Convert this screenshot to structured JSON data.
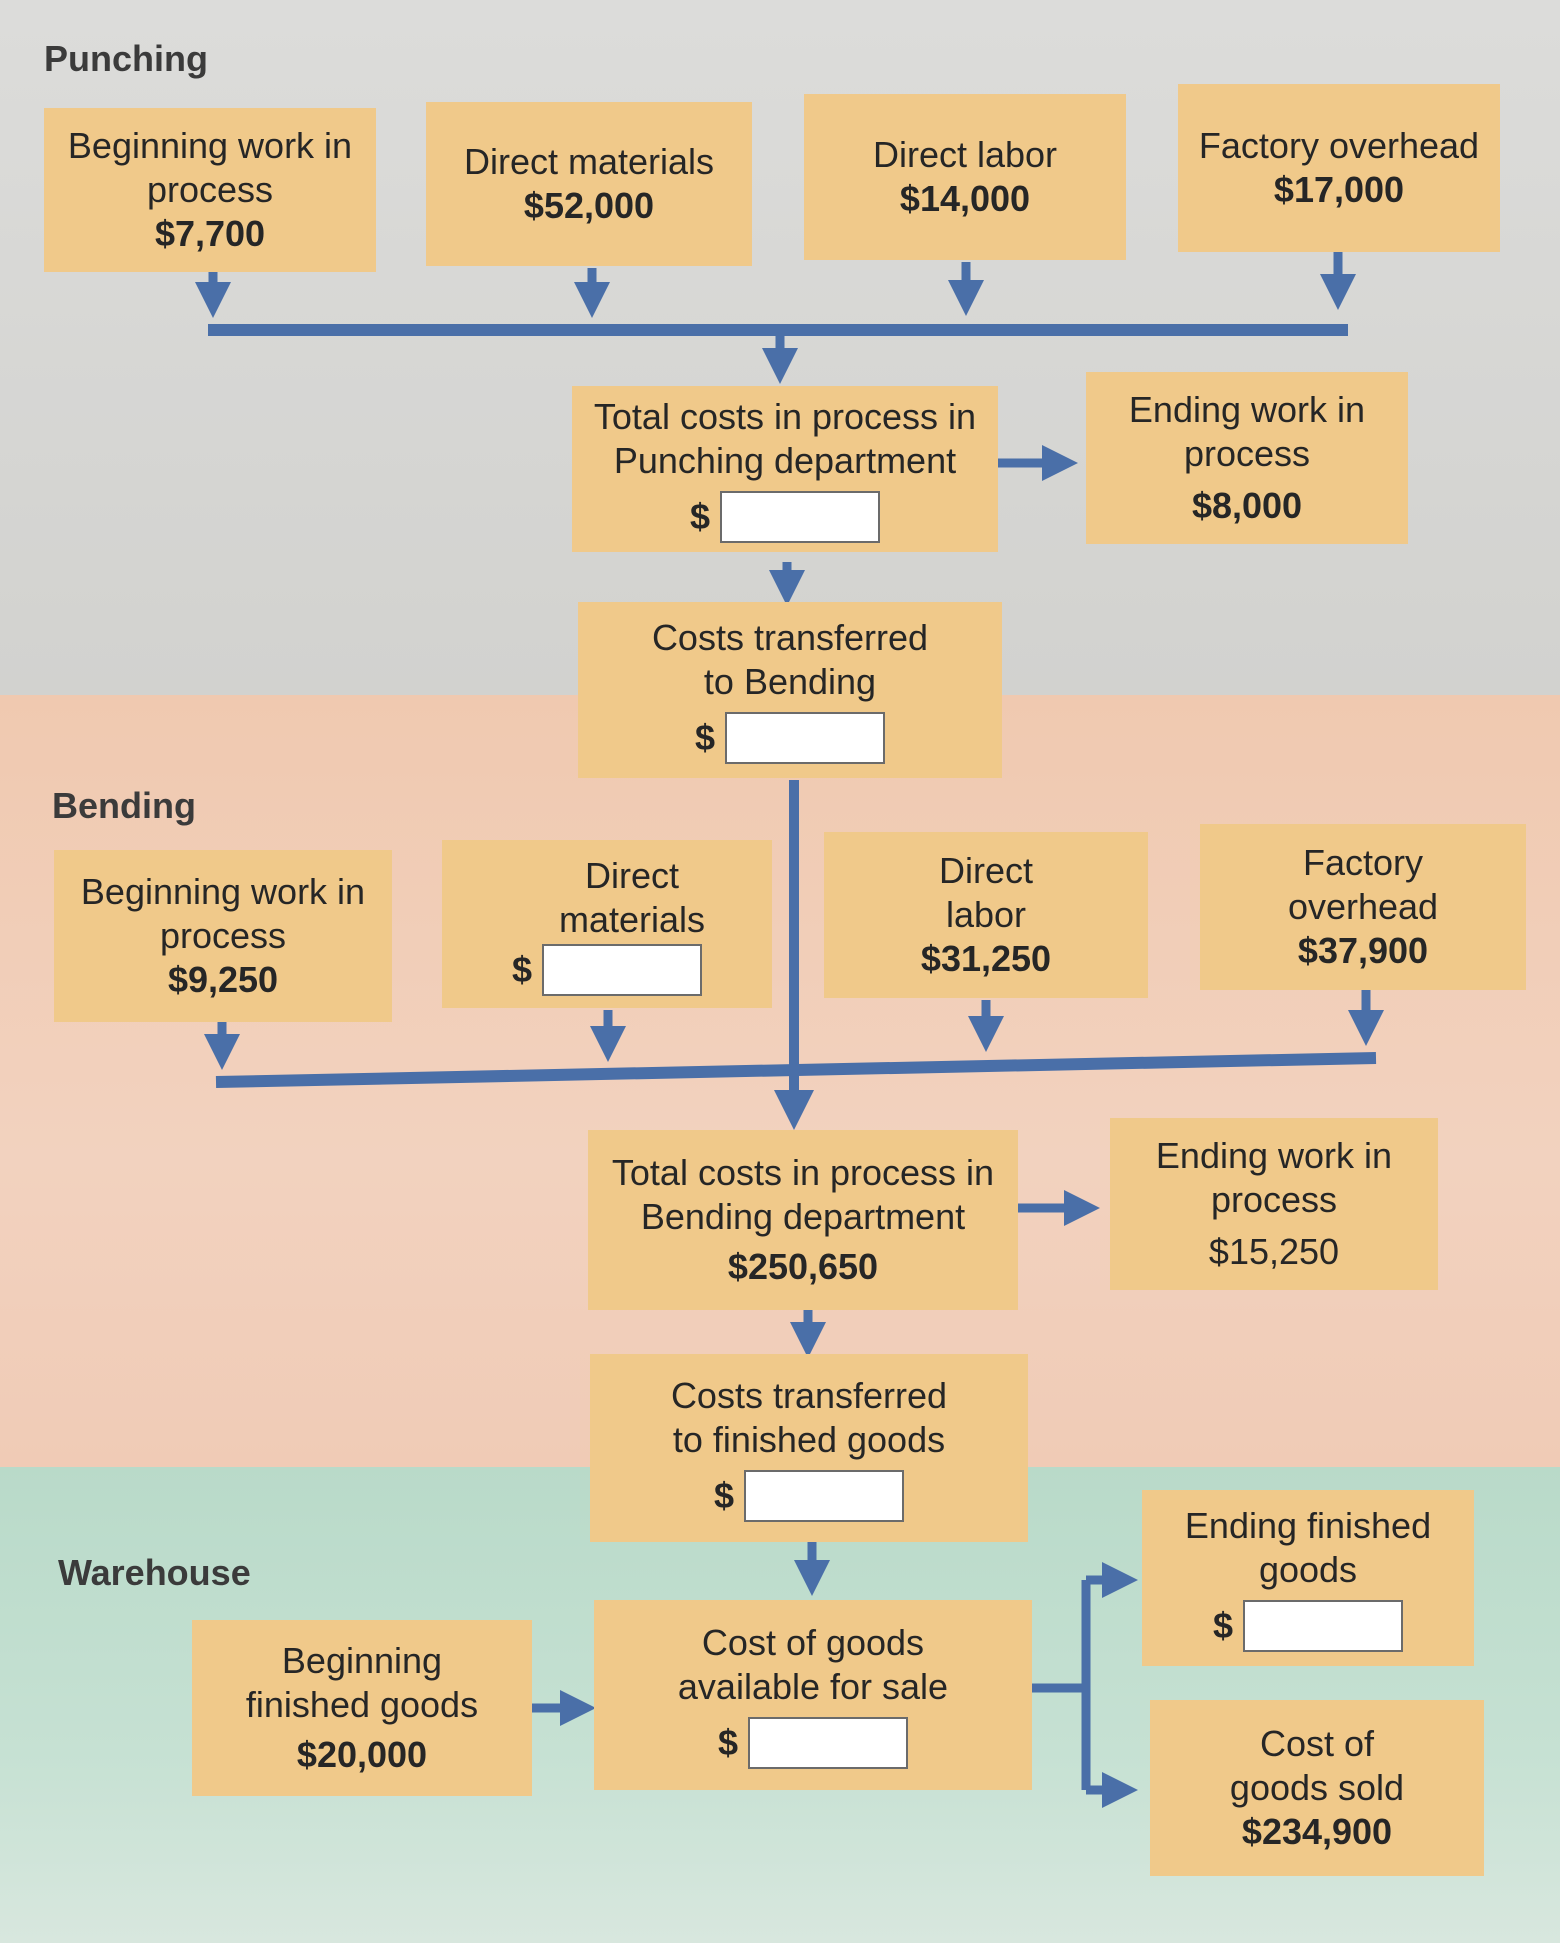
{
  "sections": {
    "punching": "Punching",
    "bending": "Bending",
    "warehouse": "Warehouse"
  },
  "punching": {
    "beginning_wip": {
      "label": "Beginning work in process",
      "value": "$7,700"
    },
    "direct_materials": {
      "label": "Direct materials",
      "value": "$52,000"
    },
    "direct_labor": {
      "label": "Direct labor",
      "value": "$14,000"
    },
    "factory_overhead": {
      "label": "Factory overhead",
      "value": "$17,000"
    },
    "total_costs": {
      "label": "Total costs in process in Punching department",
      "currency": "$"
    },
    "ending_wip": {
      "label": "Ending work in process",
      "value": "$8,000"
    },
    "transferred": {
      "label": "Costs transferred to Bending",
      "currency": "$"
    }
  },
  "bending": {
    "beginning_wip": {
      "label": "Beginning work in process",
      "value": "$9,250"
    },
    "direct_materials": {
      "label": "Direct materials",
      "currency": "$"
    },
    "direct_labor": {
      "label": "Direct labor",
      "value": "$31,250"
    },
    "factory_overhead": {
      "label": "Factory overhead",
      "value": "$37,900"
    },
    "total_costs": {
      "label": "Total costs in process in Bending department",
      "value": "$250,650"
    },
    "ending_wip": {
      "label": "Ending work in process",
      "value": "$15,250"
    },
    "transferred": {
      "label": "Costs transferred to finished goods",
      "currency": "$"
    }
  },
  "warehouse": {
    "beginning_fg": {
      "label": "Beginning finished goods",
      "value": "$20,000"
    },
    "available": {
      "label": "Cost of goods available for sale",
      "currency": "$"
    },
    "ending_fg": {
      "label": "Ending finished goods",
      "currency": "$"
    },
    "cogs": {
      "label": "Cost of goods sold",
      "value": "$234,900"
    }
  },
  "colors": {
    "box": "#f0c98a",
    "arrow": "#4a6fa8",
    "punching_bg": "#d6d6d3",
    "bending_bg": "#f1cdb6",
    "warehouse_bg": "#c2dfcf"
  }
}
